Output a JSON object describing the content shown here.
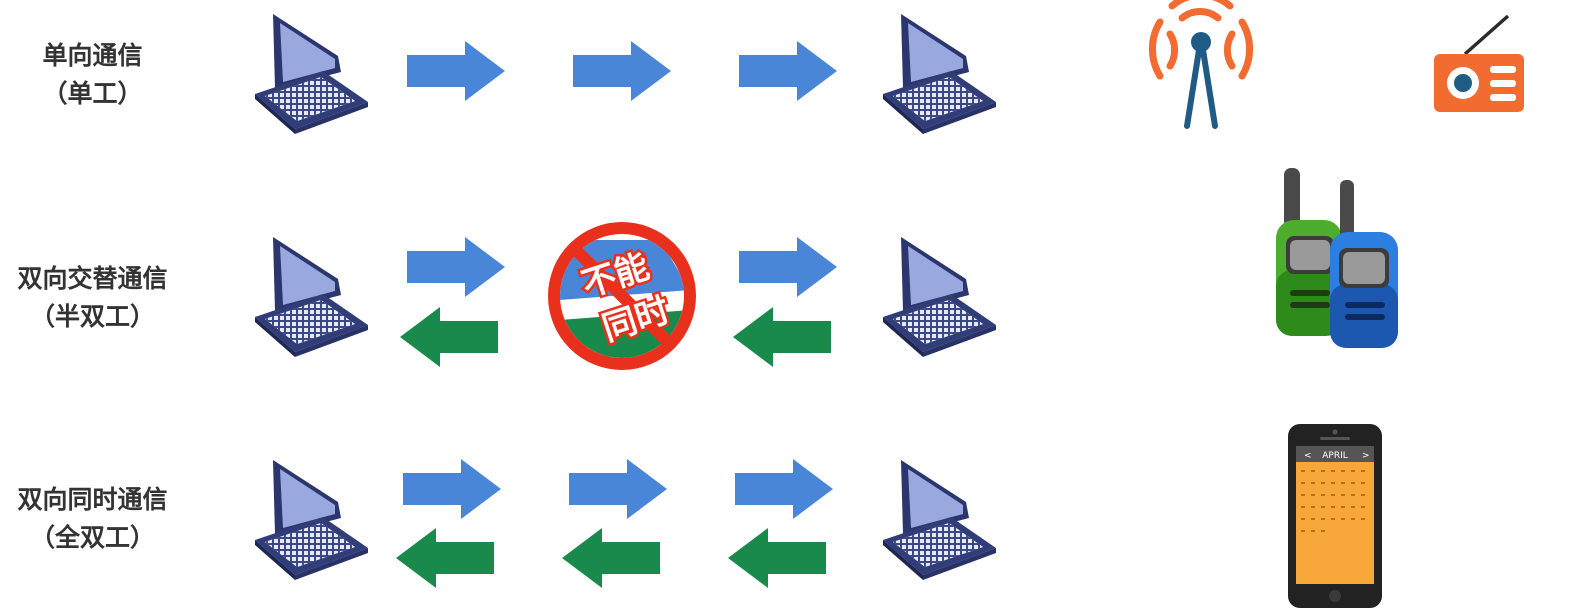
{
  "rows": [
    {
      "title": "单向通信",
      "subtitle": "（单工）",
      "device": "radio-broadcast"
    },
    {
      "title": "双向交替通信",
      "subtitle": "（半双工）",
      "device": "walkie-talkies"
    },
    {
      "title": "双向同时通信",
      "subtitle": "（全双工）",
      "device": "smartphone"
    }
  ],
  "prohibition": {
    "line1": "不能",
    "line2": "同时"
  },
  "phone": {
    "month": "APRIL",
    "prev": "<",
    "next": ">"
  },
  "colors": {
    "forward_arrow": "#4a86d8",
    "backward_arrow": "#1a8a4c",
    "prohibit": "#e8301c",
    "antenna": "#f26b30",
    "radio": "#f26b30",
    "walkie_green": "#4cae2c",
    "walkie_blue": "#2c7ee0",
    "phone_screen": "#f8a83a"
  }
}
